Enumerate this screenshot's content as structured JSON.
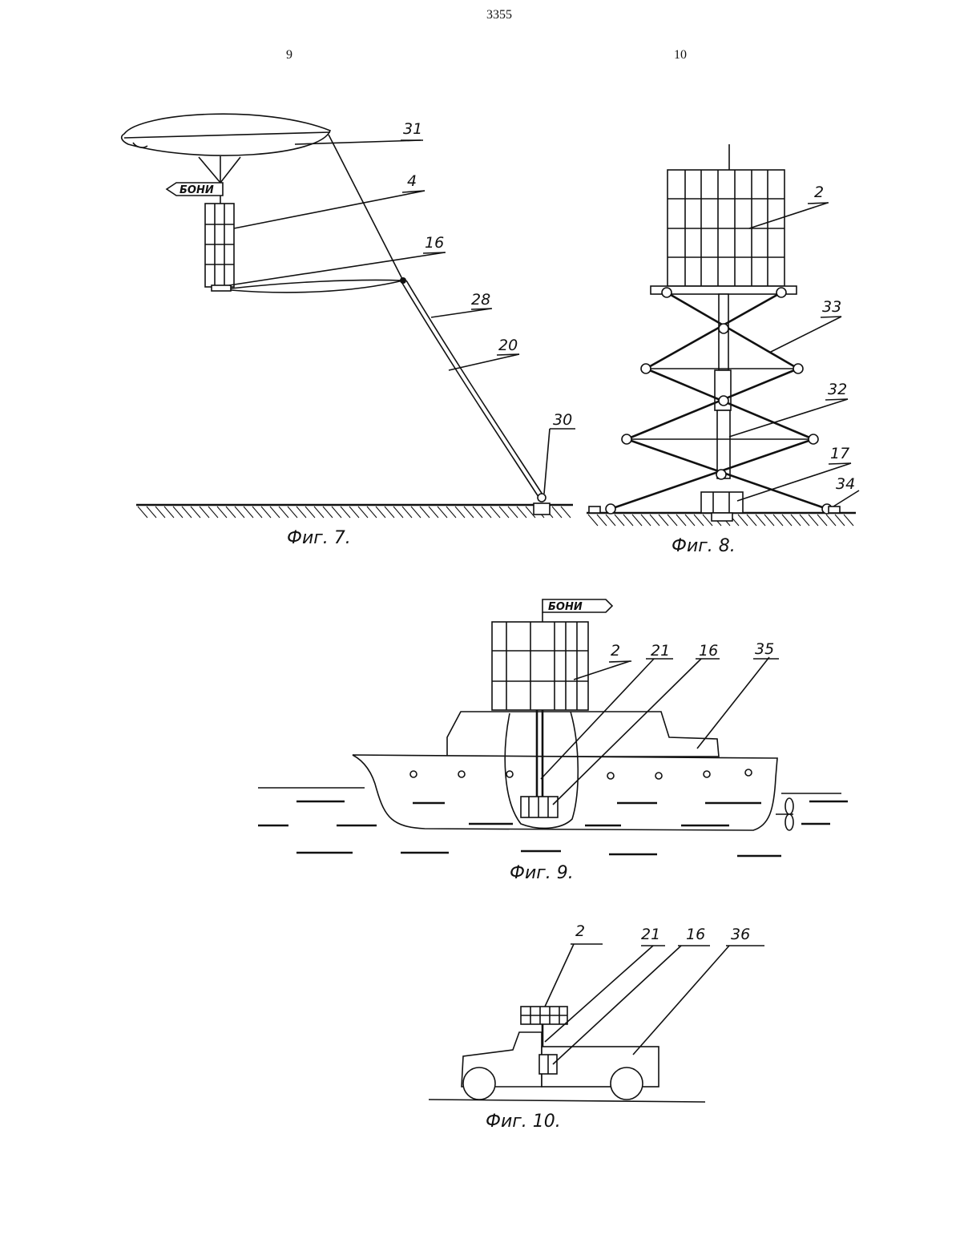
{
  "header": {
    "doc_number": "3355",
    "left_column": "9",
    "right_column": "10"
  },
  "fig7": {
    "caption": "Фиг. 7.",
    "sign_text": "БОНИ",
    "labels": {
      "l31": "31",
      "l4": "4",
      "l16": "16",
      "l28": "28",
      "l20": "20",
      "l30": "30"
    }
  },
  "fig8": {
    "caption": "Фиг. 8.",
    "labels": {
      "l2": "2",
      "l33": "33",
      "l32": "32",
      "l17": "17",
      "l34": "34"
    }
  },
  "fig9": {
    "caption": "Фиг. 9.",
    "sign_text": "БОНИ",
    "labels": {
      "l2": "2",
      "l21": "21",
      "l16": "16",
      "l35": "35"
    }
  },
  "fig10": {
    "caption": "Фиг. 10.",
    "labels": {
      "l2": "2",
      "l21": "21",
      "l16": "16",
      "l36": "36"
    }
  }
}
